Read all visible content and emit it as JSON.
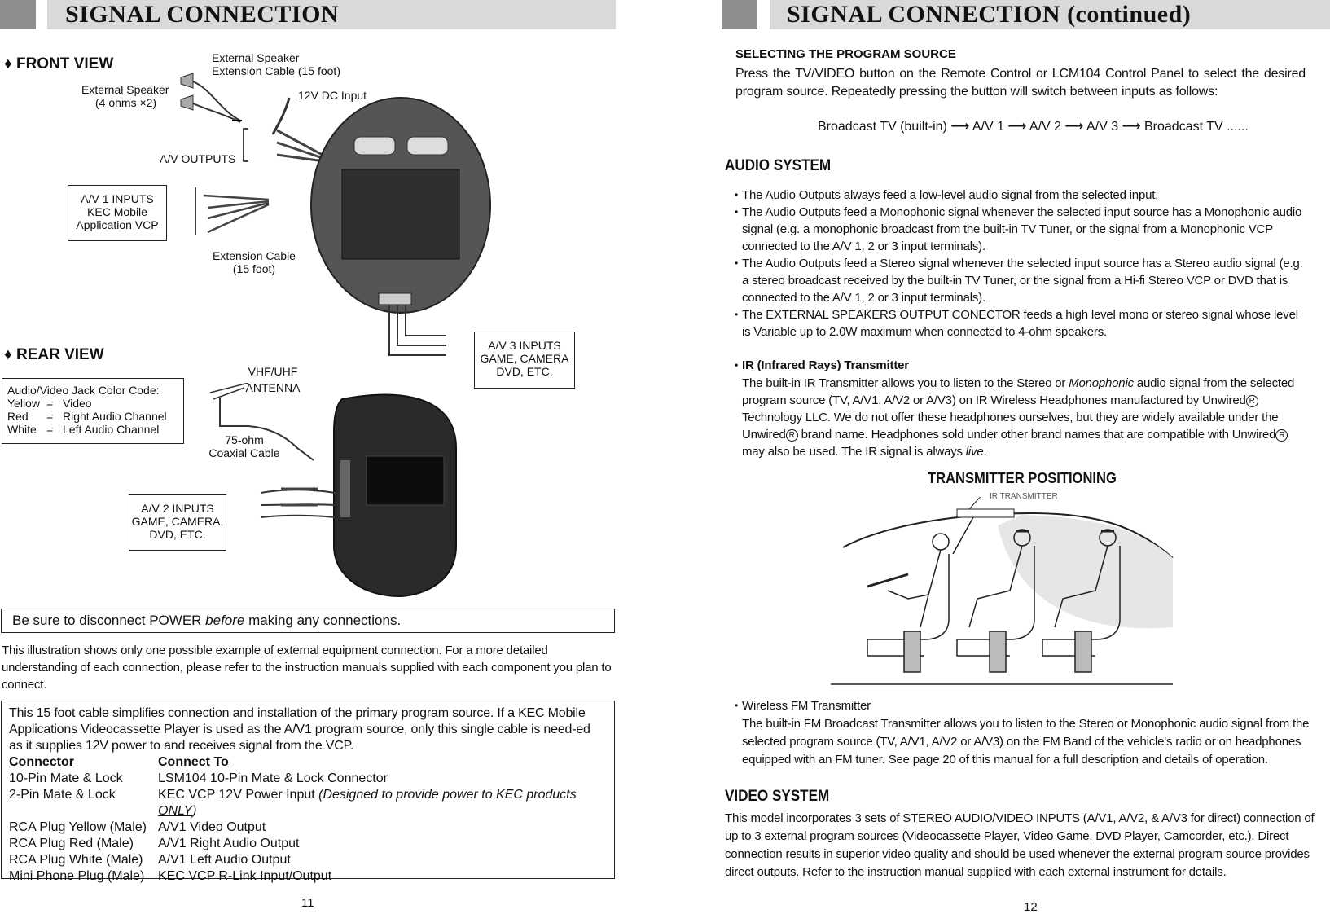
{
  "left": {
    "header_title": "SIGNAL CONNECTION",
    "front_view": {
      "title": "FRONT VIEW",
      "labels": {
        "ext_speaker": "External Speaker",
        "ext_speaker_ohms": "(4 ohms ×2)",
        "ext_cable_1": "External Speaker",
        "ext_cable_2": "Extension Cable (15 foot)",
        "dc_input": "12V DC Input",
        "av_outputs": "A/V OUTPUTS",
        "ext_cable_a": "Extension Cable",
        "ext_cable_b": "(15 foot)"
      },
      "av1_box": [
        "A/V 1 INPUTS",
        "KEC Mobile",
        "Application VCP"
      ],
      "av3_box": [
        "A/V 3 INPUTS",
        "GAME, CAMERA",
        "DVD, ETC."
      ]
    },
    "rear_view": {
      "title": "REAR VIEW",
      "color_code": [
        "Audio/Video Jack Color Code:",
        "Yellow",
        "=",
        "Video",
        "Red",
        "=",
        "Right Audio Channel",
        "White",
        "=",
        "Left Audio Channel"
      ],
      "antenna_1": "VHF/UHF",
      "antenna_2": "ANTENNA",
      "coax_1": "75-ohm",
      "coax_2": "Coaxial Cable",
      "av2_box": [
        "A/V 2 INPUTS",
        "GAME, CAMERA,",
        "DVD, ETC."
      ]
    },
    "warning": {
      "pre": "Be sure to disconnect POWER ",
      "em": "before",
      "post": " making any connections."
    },
    "note": "This illustration shows only one possible example of external equipment connection. For a more detailed understanding of each connection, please refer to the instruction manuals supplied with each component you plan to connect.",
    "cable_box": {
      "intro": "This 15 foot cable simplifies connection and installation of the primary program source. If a KEC Mobile Applications Videocassette Player is used as the A/V1 program source, only this single cable is need-ed as it supplies 12V power to and receives signal from the VCP.",
      "col_connector": "Connector",
      "col_connect_to": "Connect To",
      "rows": [
        {
          "connector": "10-Pin Mate & Lock",
          "to": "LSM104 10-Pin Mate & Lock Connector"
        },
        {
          "connector": "2-Pin Mate & Lock",
          "to": "KEC VCP 12V Power Input ",
          "to_em": "(Designed to provide power to KEC products ",
          "to_u": "ONLY",
          "to_end": ")"
        },
        {
          "connector": "RCA Plug Yellow (Male)",
          "to": "A/V1 Video Output"
        },
        {
          "connector": "RCA Plug Red (Male)",
          "to": "A/V1 Right Audio Output"
        },
        {
          "connector": "RCA Plug White (Male)",
          "to": "A/V1 Left Audio Output"
        },
        {
          "connector": "Mini Phone Plug (Male)",
          "to": "KEC VCP R-Link Input/Output"
        }
      ]
    },
    "page_number": "11"
  },
  "right": {
    "header_title": "SIGNAL CONNECTION (continued)",
    "program_source": {
      "title": "SELECTING THE PROGRAM SOURCE",
      "text": "Press the TV/VIDEO button on the Remote Control or LCM104 Control Panel to select the desired program source. Repeatedly pressing the button will switch between inputs as follows:",
      "sequence": [
        "Broadcast TV (built-in)",
        "A/V 1",
        "A/V 2",
        "A/V 3",
        "Broadcast TV ......"
      ]
    },
    "audio_system": {
      "title": "AUDIO SYSTEM",
      "bullets": [
        "The Audio Outputs always feed a low-level audio signal from the selected input.",
        "The Audio Outputs feed a Monophonic signal whenever the selected input source has a Monophonic audio signal (e.g. a monophonic broadcast from the built-in TV Tuner, or the signal from a Monophonic VCP connected to the A/V 1, 2 or 3 input terminals).",
        "The Audio Outputs feed a Stereo signal whenever the selected input source has a Stereo audio signal (e.g. a stereo broadcast received by the built-in TV Tuner, or the signal from a Hi-fi Stereo VCP or DVD that is connected to the A/V 1, 2 or 3 input terminals).",
        "The EXTERNAL SPEAKERS OUTPUT CONECTOR feeds a high level mono or stereo signal whose level is Variable up to 2.0W maximum when connected to 4-ohm speakers."
      ],
      "ir_title": "IR (Infrared Rays) Transmitter",
      "ir_text_1": "The built-in IR Transmitter allows you to listen to the Stereo or ",
      "ir_text_em": "Monophonic",
      "ir_text_2": " audio signal from the selected program source (TV, A/V1, A/V2 or A/V3) on IR Wireless Headphones manufactured by Unwired",
      "ir_text_3": " Technology LLC. We do not offer these headphones ourselves, but they are widely available under the Unwired",
      "ir_text_4": " brand name. Headphones sold under other brand names that are compatible with Unwired",
      "ir_text_5": " may also be used.  The IR signal is always ",
      "ir_text_live": "live",
      "ir_text_end": ".",
      "reg_symbol": "R"
    },
    "transmitter": {
      "title": "TRANSMITTER POSITIONING",
      "ir_label": "IR TRANSMITTER"
    },
    "fm": {
      "title": "Wireless FM Transmitter",
      "text": "The built-in FM Broadcast Transmitter allows you to listen to the Stereo or Monophonic audio signal from the selected program source (TV, A/V1, A/V2 or A/V3) on the FM Band of the vehicle's radio or on headphones equipped with an FM tuner. See page 20 of this manual for a full description and details of operation."
    },
    "video_system": {
      "title": "VIDEO SYSTEM",
      "text": "This model incorporates 3 sets of STEREO AUDIO/VIDEO INPUTS (A/V1, A/V2, & A/V3 for direct) connection of up to 3 external program sources (Videocassette Player, Video Game, DVD Player, Camcorder, etc.). Direct connection results in superior video quality and should be used whenever the external program source provides direct outputs. Refer to the instruction manual supplied with each external instrument for details."
    },
    "page_number": "12"
  }
}
